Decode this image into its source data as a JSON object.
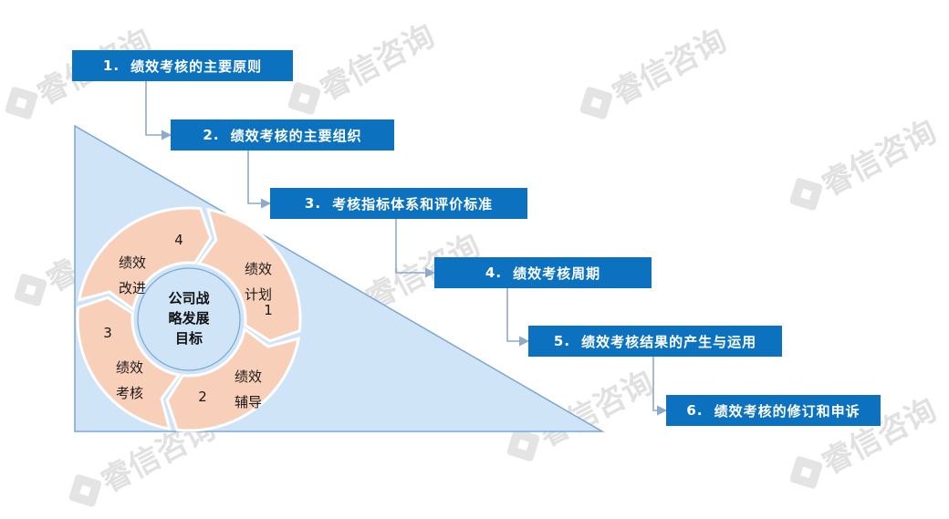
{
  "watermark_text": "睿信咨询",
  "steps": [
    {
      "num": "1.",
      "label": "绩效考核的主要原则"
    },
    {
      "num": "2.",
      "label": "绩效考核的主要组织"
    },
    {
      "num": "3.",
      "label": "考核指标体系和评价标准"
    },
    {
      "num": "4.",
      "label": "绩效考核周期"
    },
    {
      "num": "5.",
      "label": "绩效考核结果的产生与运用"
    },
    {
      "num": "6.",
      "label": "绩效考核的修订和申诉"
    }
  ],
  "cycle": {
    "center_lines": [
      "公司战",
      "略发展",
      "目标"
    ],
    "segments": [
      {
        "num": "1",
        "lines": [
          "绩效",
          "计划"
        ]
      },
      {
        "num": "2",
        "lines": [
          "绩效",
          "辅导"
        ]
      },
      {
        "num": "3",
        "lines": [
          "绩效",
          "考核"
        ]
      },
      {
        "num": "4",
        "lines": [
          "绩效",
          "改进"
        ]
      }
    ]
  },
  "colors": {
    "step_fill": "#0c72c0",
    "triangle_fill": "#cfe4f7",
    "triangle_stroke": "#7ea6d3",
    "segment_fill": "#f8cfb8",
    "center_fill": "#cfe4f7",
    "connector": "#8fa9cc"
  }
}
